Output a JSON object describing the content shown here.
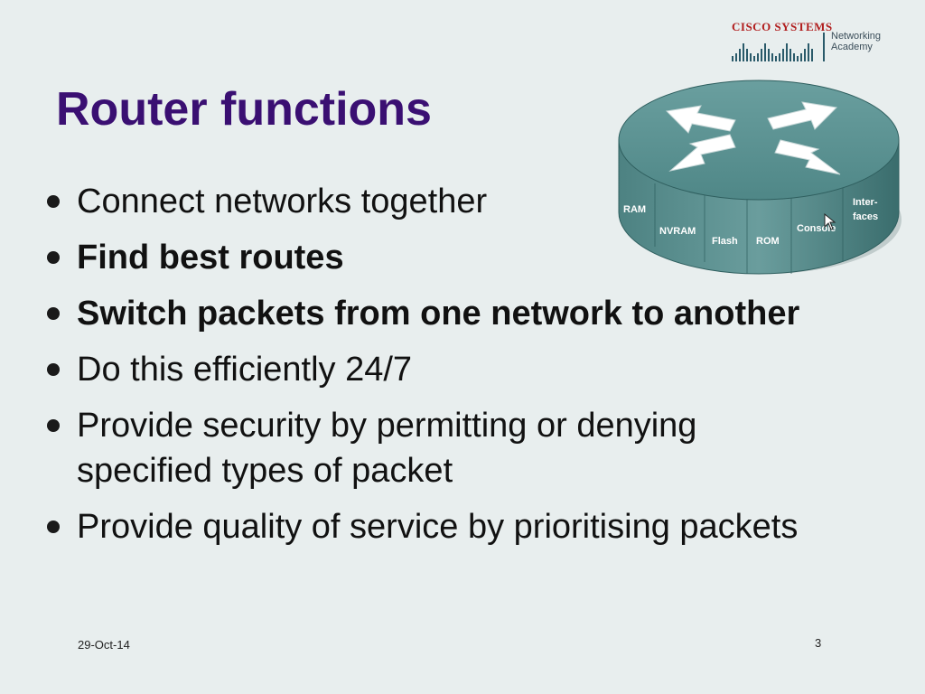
{
  "logo": {
    "brand": "CISCO SYSTEMS",
    "academy_line1": "Networking",
    "academy_line2": "Academy"
  },
  "slide": {
    "title": "Router functions",
    "bullets": [
      {
        "text": "Connect networks together",
        "bold": false
      },
      {
        "text": "Find best routes",
        "bold": true
      },
      {
        "text": "Switch packets from one network to another",
        "bold": true
      },
      {
        "text": "Do this efficiently 24/7",
        "bold": false
      },
      {
        "text": "Provide security by permitting or denying specified types of packet",
        "bold": false
      },
      {
        "text": "Provide quality of service by prioritising packets",
        "bold": false
      }
    ]
  },
  "router_diagram": {
    "labels": {
      "ram": "RAM",
      "nvram": "NVRAM",
      "flash": "Flash",
      "rom": "ROM",
      "console": "Console",
      "interfaces_1": "Inter-",
      "interfaces_2": "faces"
    },
    "colors": {
      "top": "#5d9191",
      "side": "#3f7575",
      "arrow": "#ffffff"
    }
  },
  "footer": {
    "date": "29-Oct-14",
    "page_number": "3"
  }
}
